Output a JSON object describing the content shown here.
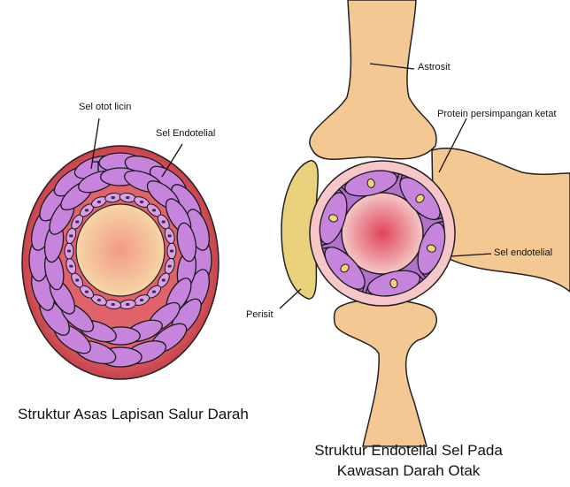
{
  "left_diagram": {
    "label_smooth_muscle": "Sel otot licin",
    "label_endothelial": "Sel Endotelial",
    "caption": "Struktur Asas Lapisan Salur Darah"
  },
  "right_diagram": {
    "label_astrocyte": "Astrosit",
    "label_tight_junction": "Protein persimpangan ketat",
    "label_endothelial": "Sel endotelial",
    "label_pericyte": "Perisit",
    "caption_line1": "Struktur Endotelial Sel Pada",
    "caption_line2": "Kawasan Darah Otak"
  },
  "colors": {
    "vessel_wall": "#d9555a",
    "muscle_cell": "#c784dd",
    "lumen_center": "#e8a3a0",
    "astrocyte": "#f3c893",
    "pericyte": "#ead27c",
    "nucleus": "#f2d57a"
  }
}
